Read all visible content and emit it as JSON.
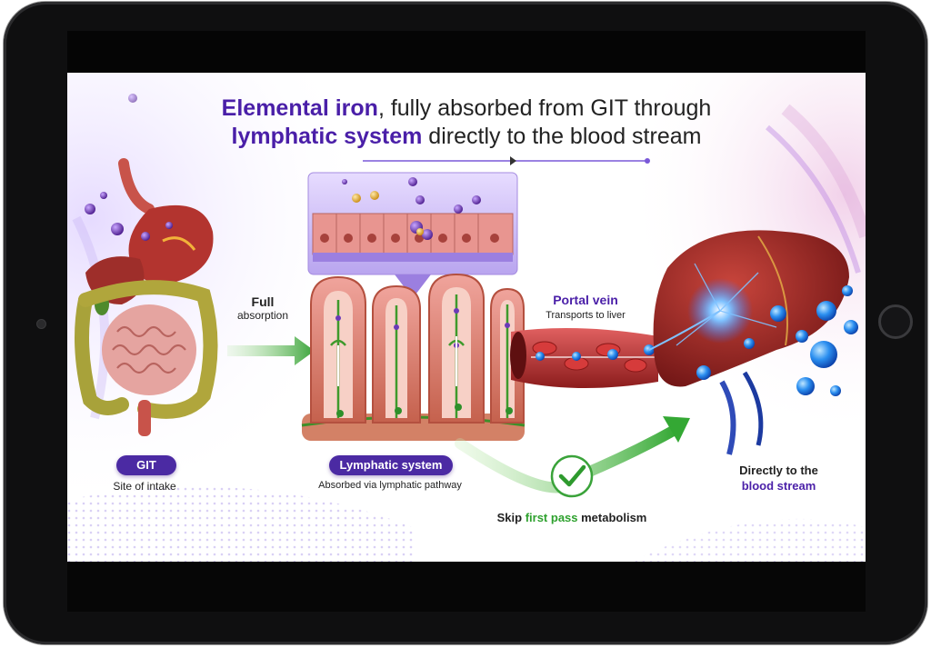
{
  "title": {
    "part1_highlight": "Elemental iron",
    "part1_rest": ", fully absorbed from GIT through",
    "part2_highlight": "lymphatic system",
    "part2_rest": " directly to the blood stream"
  },
  "labels": {
    "full_absorption_line1": "Full",
    "full_absorption_line2": "absorption",
    "portal_vein": "Portal vein",
    "portal_vein_sub": "Transports to liver",
    "git_badge": "GIT",
    "git_sub": "Site of intake",
    "lymph_badge": "Lymphatic system",
    "lymph_sub": "Absorbed via lymphatic pathway",
    "skip_pre": "Skip ",
    "skip_highlight": "first pass",
    "skip_post": " metabolism",
    "blood_line1": "Directly to the",
    "blood_line2": "blood stream"
  },
  "colors": {
    "accent_purple": "#4b2aa3",
    "accent_green": "#2ea12e",
    "organ_red": "#b3342f",
    "blood_blue": "#1f7de0"
  },
  "icons": [
    "checkmark-icon",
    "arrow-right-icon",
    "curved-arrow-icon"
  ]
}
